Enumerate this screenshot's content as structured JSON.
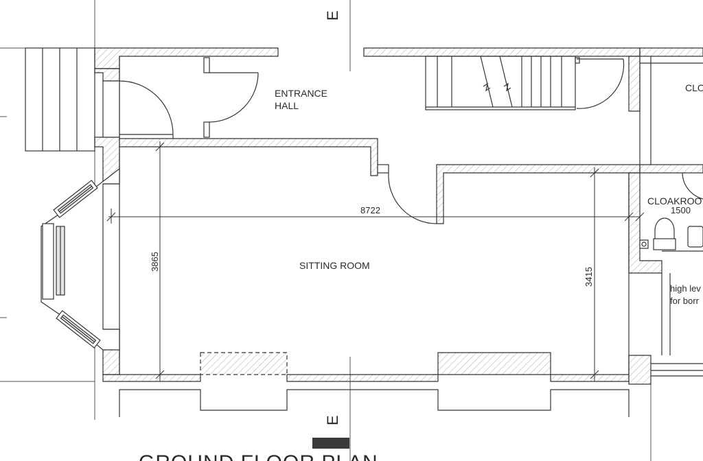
{
  "plan": {
    "title": "GROUND FLOOR PLAN",
    "section_marker": "E",
    "rooms": {
      "entrance_hall_line1": "ENTRANCE",
      "entrance_hall_line2": "HALL",
      "sitting_room": "SITTING ROOM",
      "cloakroom": "CLOAKROO",
      "cloakroom_dim": "1500",
      "cloak_top": "CLO"
    },
    "dimensions": {
      "sitting_room_length": "8722",
      "sitting_room_width_left": "3865",
      "sitting_room_width_right": "3415"
    },
    "notes": {
      "note_line1": "high lev",
      "note_line2": "for borr"
    },
    "colors": {
      "line": "#333333",
      "hatch": "#9a9a9a",
      "scale_bar": "#3a3a3a"
    }
  }
}
